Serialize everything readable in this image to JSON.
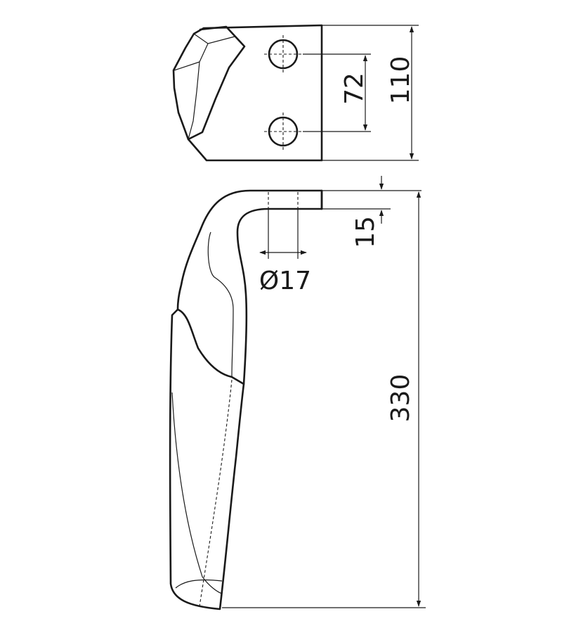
{
  "dimensions": {
    "hole_spacing": "72",
    "plate_height": "110",
    "plate_thickness": "15",
    "hole_diameter": "Ø17",
    "overall_height": "330"
  }
}
